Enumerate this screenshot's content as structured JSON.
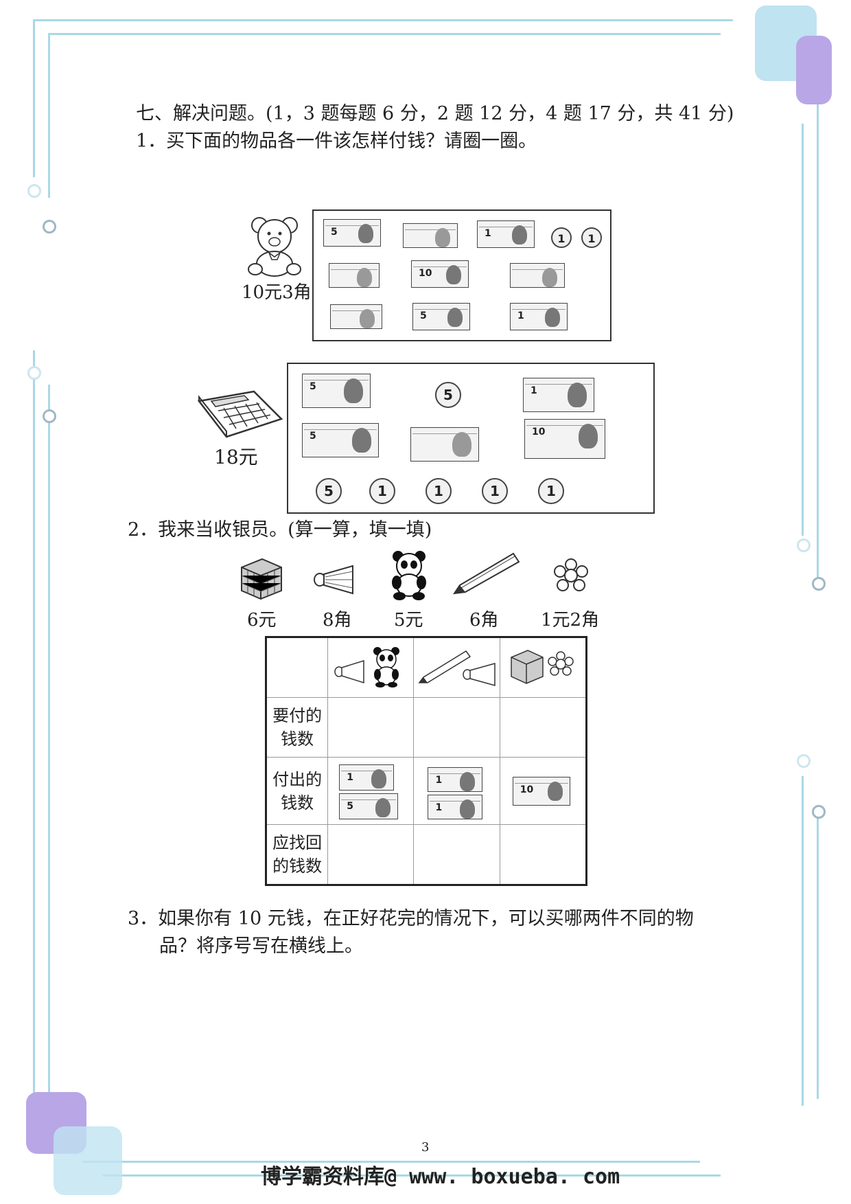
{
  "section_title": "七、解决问题。(1，3 题每题 6 分，2 题 12 分，4 题 17 分，共 41 分)",
  "q1": {
    "text": "1．买下面的物品各一件该怎样付钱？请圈一圈。",
    "item1": {
      "icon": "teddy-bear-icon",
      "price": "10元3角"
    },
    "item2": {
      "icon": "calculator-icon",
      "price": "18元"
    }
  },
  "q2": {
    "text": "2．我来当收银员。(算一算，填一填)",
    "items": [
      {
        "icon": "rubik-cube-icon",
        "price": "6元"
      },
      {
        "icon": "shuttlecock-icon",
        "price": "8角"
      },
      {
        "icon": "panda-icon",
        "price": "5元"
      },
      {
        "icon": "pencil-icon",
        "price": "6角"
      },
      {
        "icon": "flower-icon",
        "price": "1元2角"
      }
    ],
    "row_labels": {
      "pay_line1": "要付的",
      "pay_line2": "钱数",
      "paid_line1": "付出的",
      "paid_line2": "钱数",
      "change_line1": "应找回",
      "change_line2": "的钱数"
    }
  },
  "q3": {
    "line1": "3．如果你有 10 元钱，在正好花完的情况下，可以买哪两件不同的物",
    "line2": "品？将序号写在横线上。"
  },
  "page_number": "3",
  "footer": "博学霸资料库@ www. boxueba. com",
  "money_labels": {
    "five": "5",
    "one": "1",
    "ten": "10"
  },
  "colors": {
    "frame": "#a9d8e6",
    "accent_purple": "#b9a6e6",
    "accent_blue": "#bfe3f1"
  }
}
